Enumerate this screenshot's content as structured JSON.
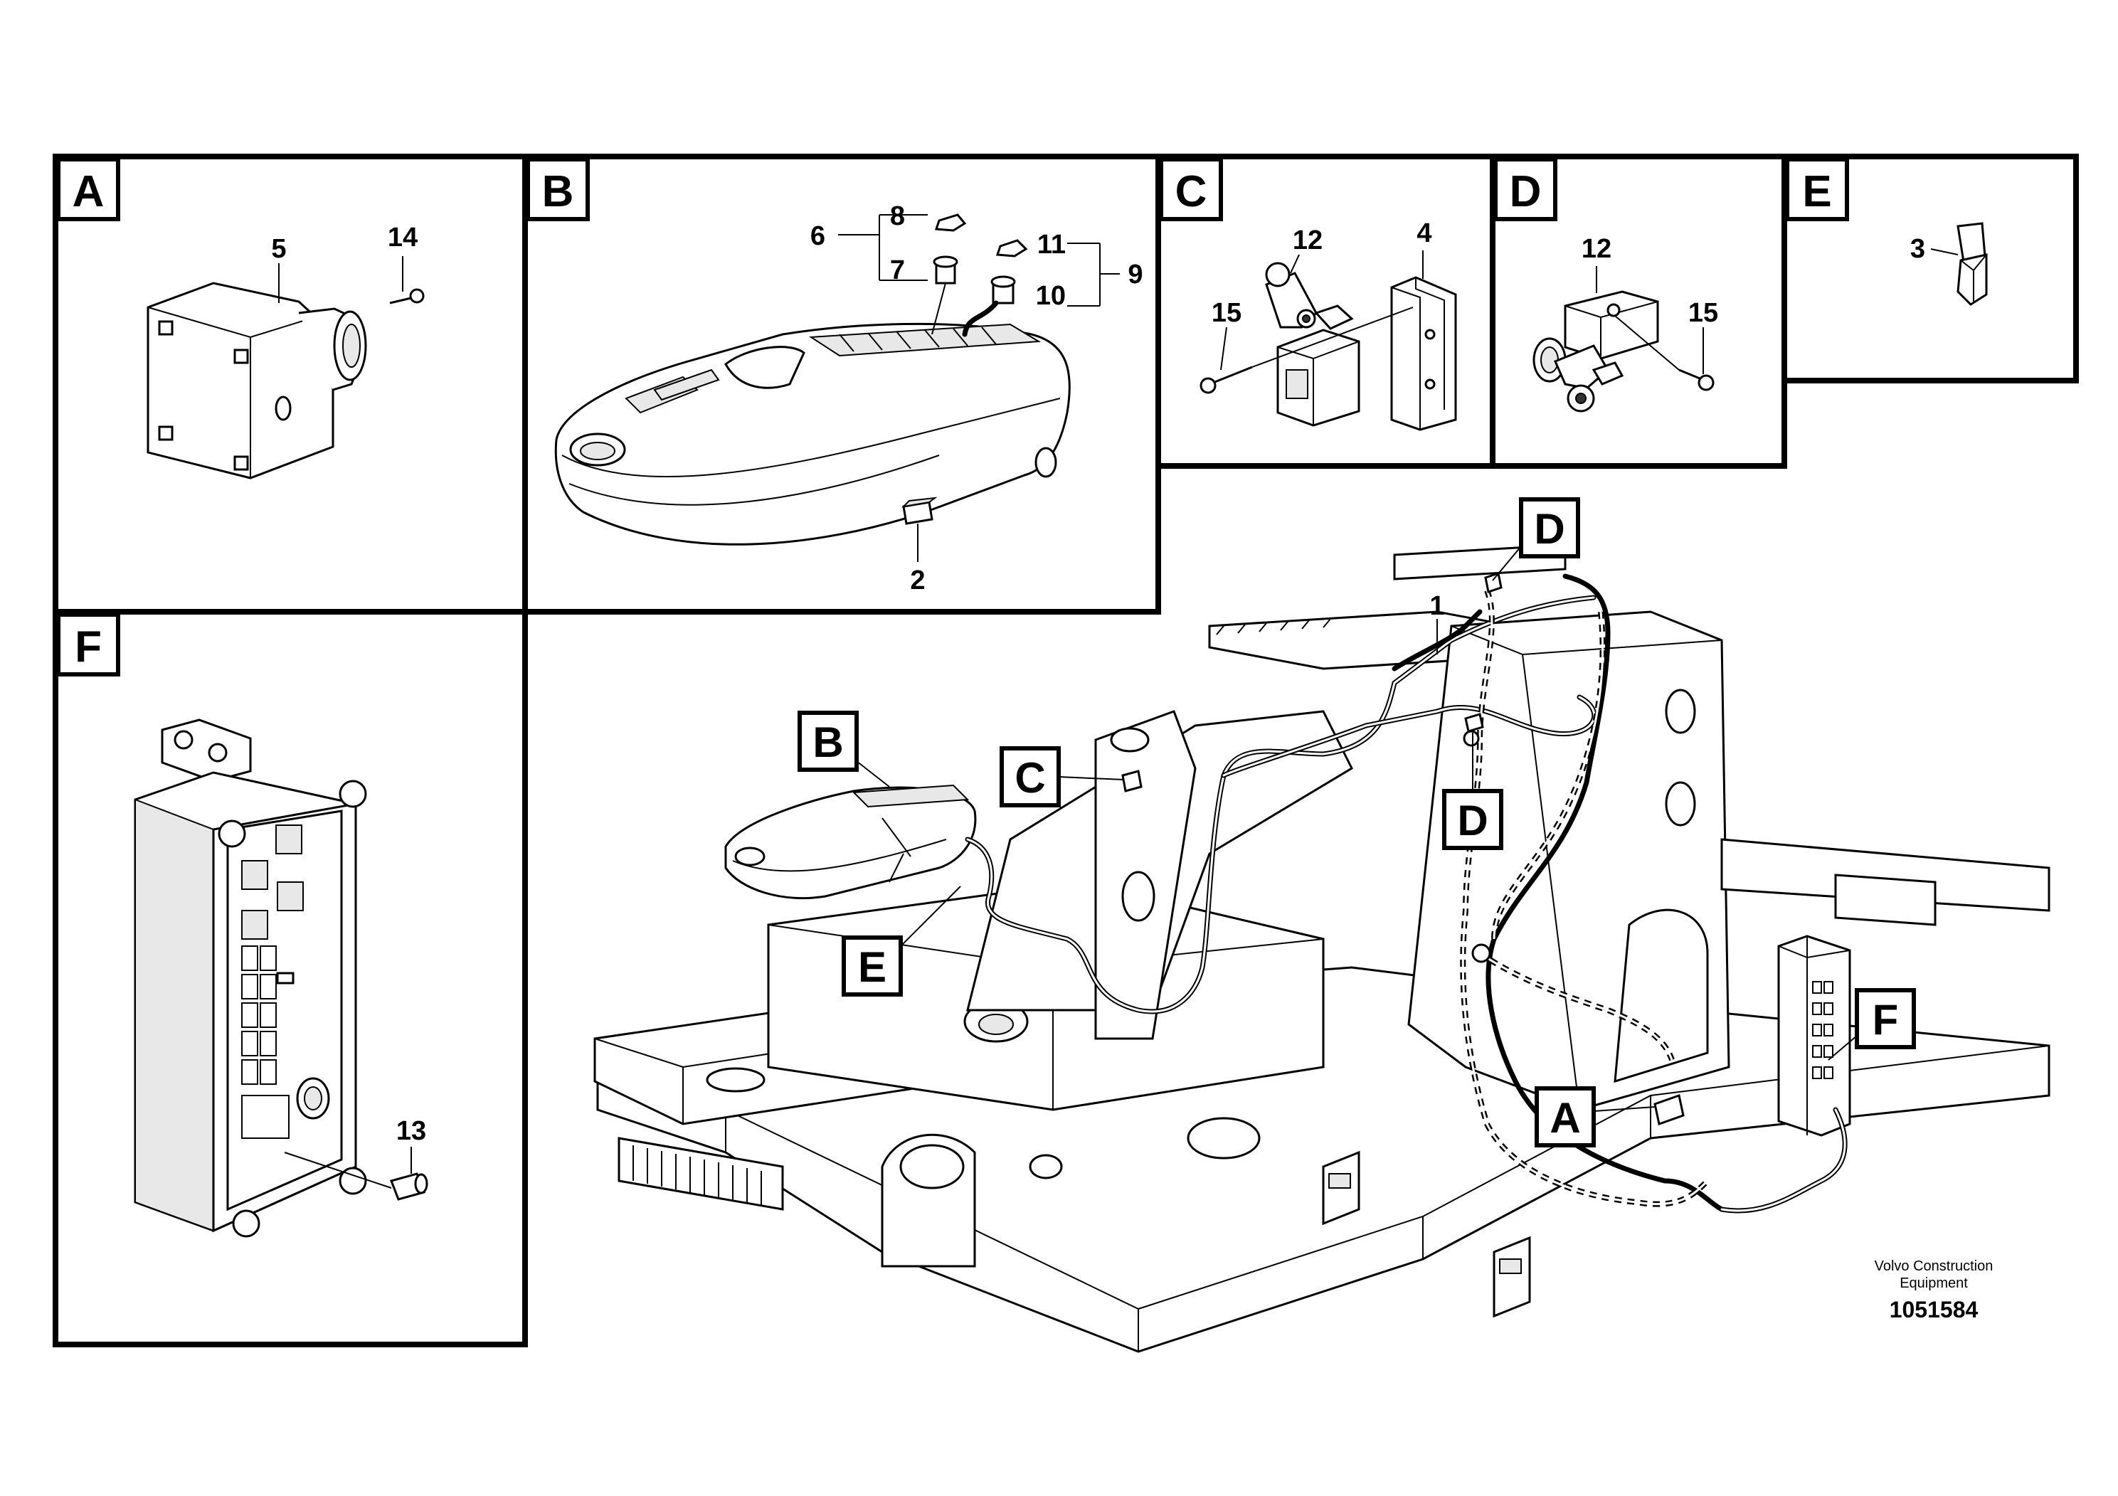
{
  "panels": {
    "a": {
      "letter": "A",
      "parts": [
        "5",
        "14"
      ]
    },
    "b": {
      "letter": "B",
      "parts": [
        "8",
        "6",
        "7",
        "11",
        "9",
        "10",
        "2"
      ]
    },
    "c": {
      "letter": "C",
      "parts": [
        "12",
        "4",
        "15"
      ]
    },
    "d": {
      "letter": "D",
      "parts": [
        "12",
        "15"
      ]
    },
    "e": {
      "letter": "E",
      "parts": [
        "3"
      ]
    },
    "f": {
      "letter": "F",
      "parts": [
        "13"
      ]
    }
  },
  "main": {
    "part_label": "1",
    "callouts": {
      "b": "B",
      "c": "C",
      "d_top": "D",
      "d_mid": "D",
      "e": "E",
      "a": "A",
      "f": "F"
    }
  },
  "footer": {
    "brand_line1": "Volvo Construction",
    "brand_line2": "Equipment",
    "doc_number": "1051584"
  }
}
